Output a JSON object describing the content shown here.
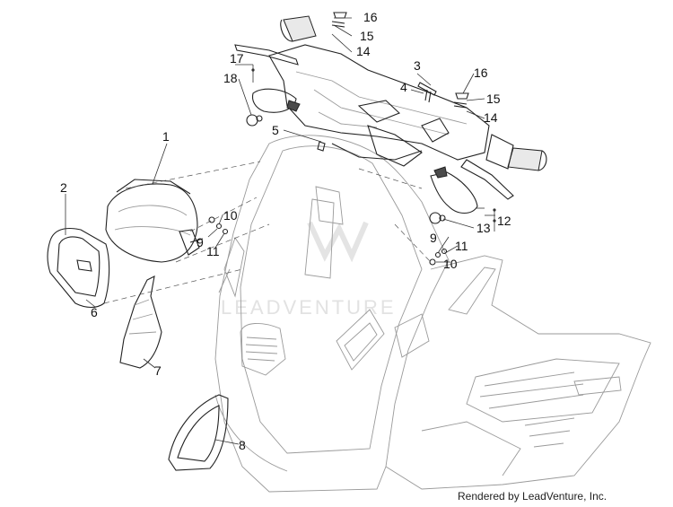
{
  "diagram": {
    "callouts": [
      {
        "id": "c1",
        "label": "1"
      },
      {
        "id": "c2",
        "label": "2"
      },
      {
        "id": "c3",
        "label": "3"
      },
      {
        "id": "c4",
        "label": "4"
      },
      {
        "id": "c5",
        "label": "5"
      },
      {
        "id": "c6",
        "label": "6"
      },
      {
        "id": "c7",
        "label": "7"
      },
      {
        "id": "c8",
        "label": "8"
      },
      {
        "id": "c9a",
        "label": "9"
      },
      {
        "id": "c9b",
        "label": "9"
      },
      {
        "id": "c10a",
        "label": "10"
      },
      {
        "id": "c10b",
        "label": "10"
      },
      {
        "id": "c11a",
        "label": "11"
      },
      {
        "id": "c11b",
        "label": "11"
      },
      {
        "id": "c12",
        "label": "12"
      },
      {
        "id": "c13",
        "label": "13"
      },
      {
        "id": "c14a",
        "label": "14"
      },
      {
        "id": "c14b",
        "label": "14"
      },
      {
        "id": "c15a",
        "label": "15"
      },
      {
        "id": "c15b",
        "label": "15"
      },
      {
        "id": "c16a",
        "label": "16"
      },
      {
        "id": "c16b",
        "label": "16"
      },
      {
        "id": "c17",
        "label": "17"
      },
      {
        "id": "c18",
        "label": "18"
      }
    ],
    "watermark": "LEADVENTURE",
    "credit": "Rendered by LeadVenture, Inc."
  },
  "colors": {
    "line": "#222222",
    "ghost_line": "#9a9a9a",
    "watermark": "#e2e2e2",
    "background": "#ffffff"
  }
}
